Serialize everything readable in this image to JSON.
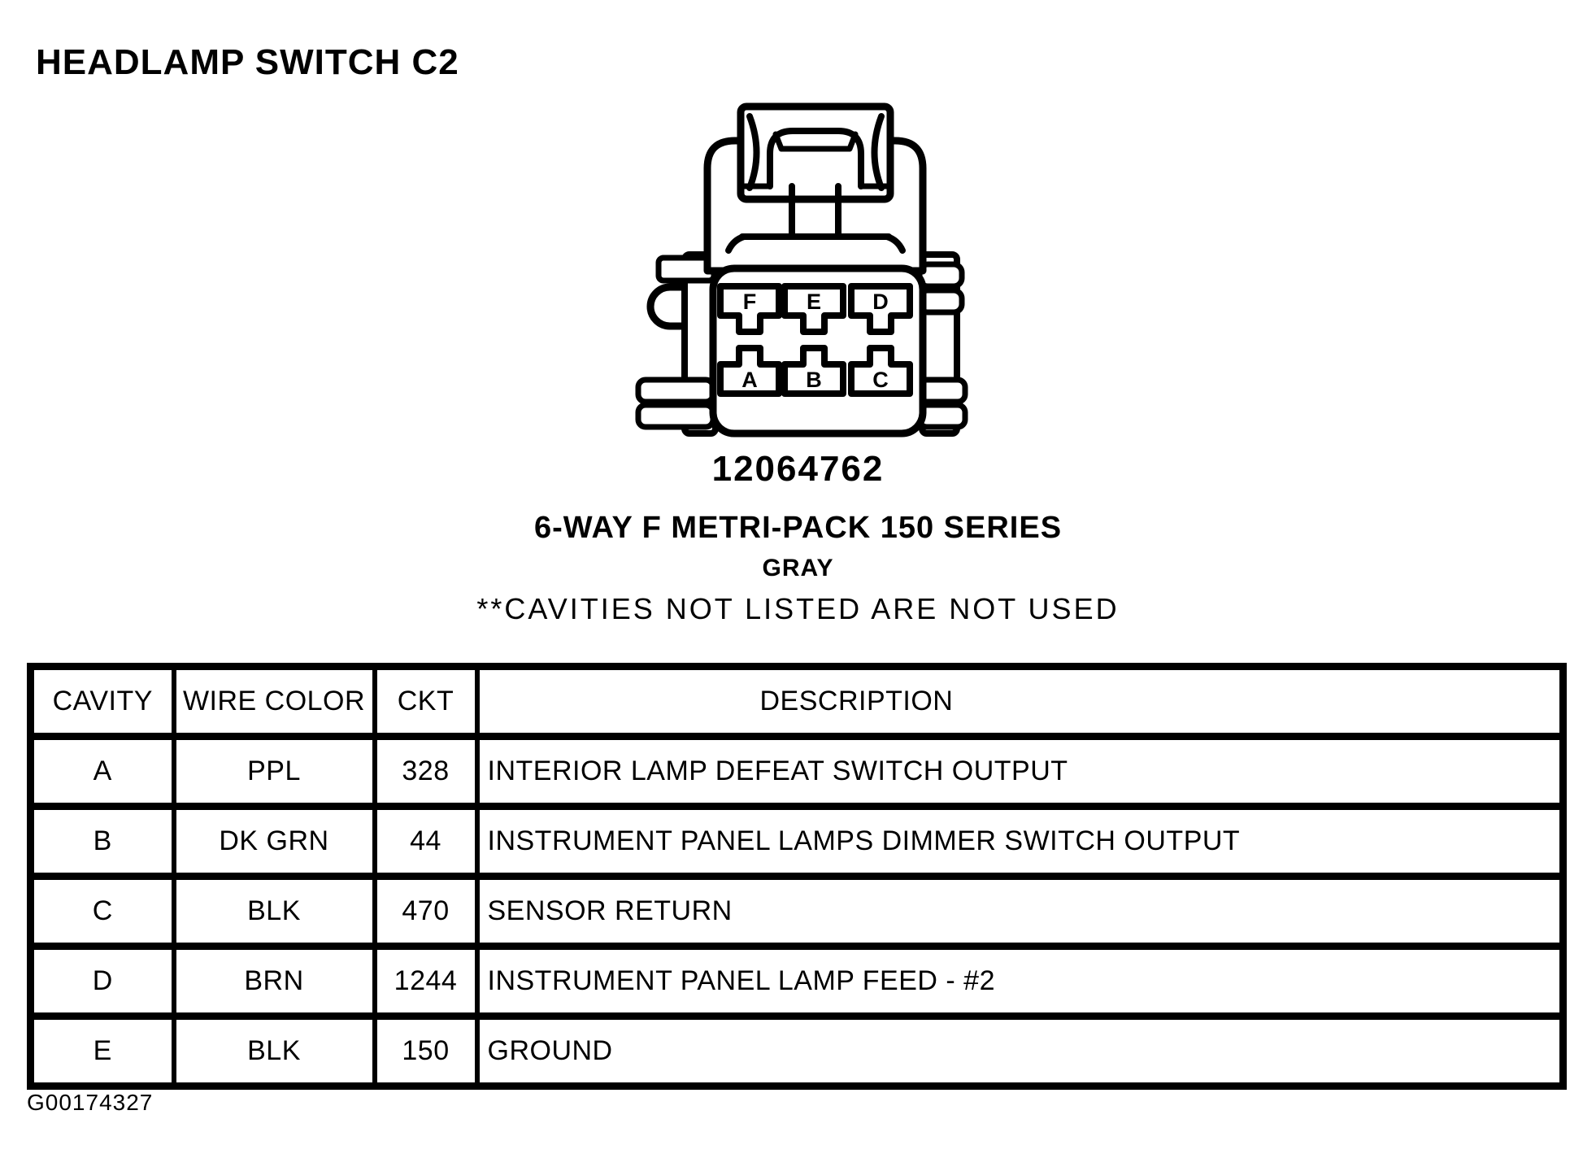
{
  "page": {
    "title": "HEADLAMP SWITCH C2",
    "figure_id": "G00174327"
  },
  "connector": {
    "part_number": "12064762",
    "series": "6-WAY F METRI-PACK 150 SERIES",
    "housing_color": "GRAY",
    "note": "**CAVITIES NOT LISTED ARE NOT USED",
    "cavity_labels_top": [
      "F",
      "E",
      "D"
    ],
    "cavity_labels_bottom": [
      "A",
      "B",
      "C"
    ]
  },
  "table": {
    "headers": [
      "CAVITY",
      "WIRE COLOR",
      "CKT",
      "DESCRIPTION"
    ],
    "rows": [
      {
        "cavity": "A",
        "wire_color": "PPL",
        "ckt": "328",
        "description": "INTERIOR LAMP DEFEAT SWITCH OUTPUT"
      },
      {
        "cavity": "B",
        "wire_color": "DK GRN",
        "ckt": "44",
        "description": "INSTRUMENT PANEL LAMPS DIMMER SWITCH OUTPUT"
      },
      {
        "cavity": "C",
        "wire_color": "BLK",
        "ckt": "470",
        "description": "SENSOR RETURN"
      },
      {
        "cavity": "D",
        "wire_color": "BRN",
        "ckt": "1244",
        "description": "INSTRUMENT PANEL LAMP FEED - #2"
      },
      {
        "cavity": "E",
        "wire_color": "BLK",
        "ckt": "150",
        "description": "GROUND"
      }
    ]
  },
  "colors": {
    "ink": "#000000",
    "paper": "#ffffff"
  }
}
